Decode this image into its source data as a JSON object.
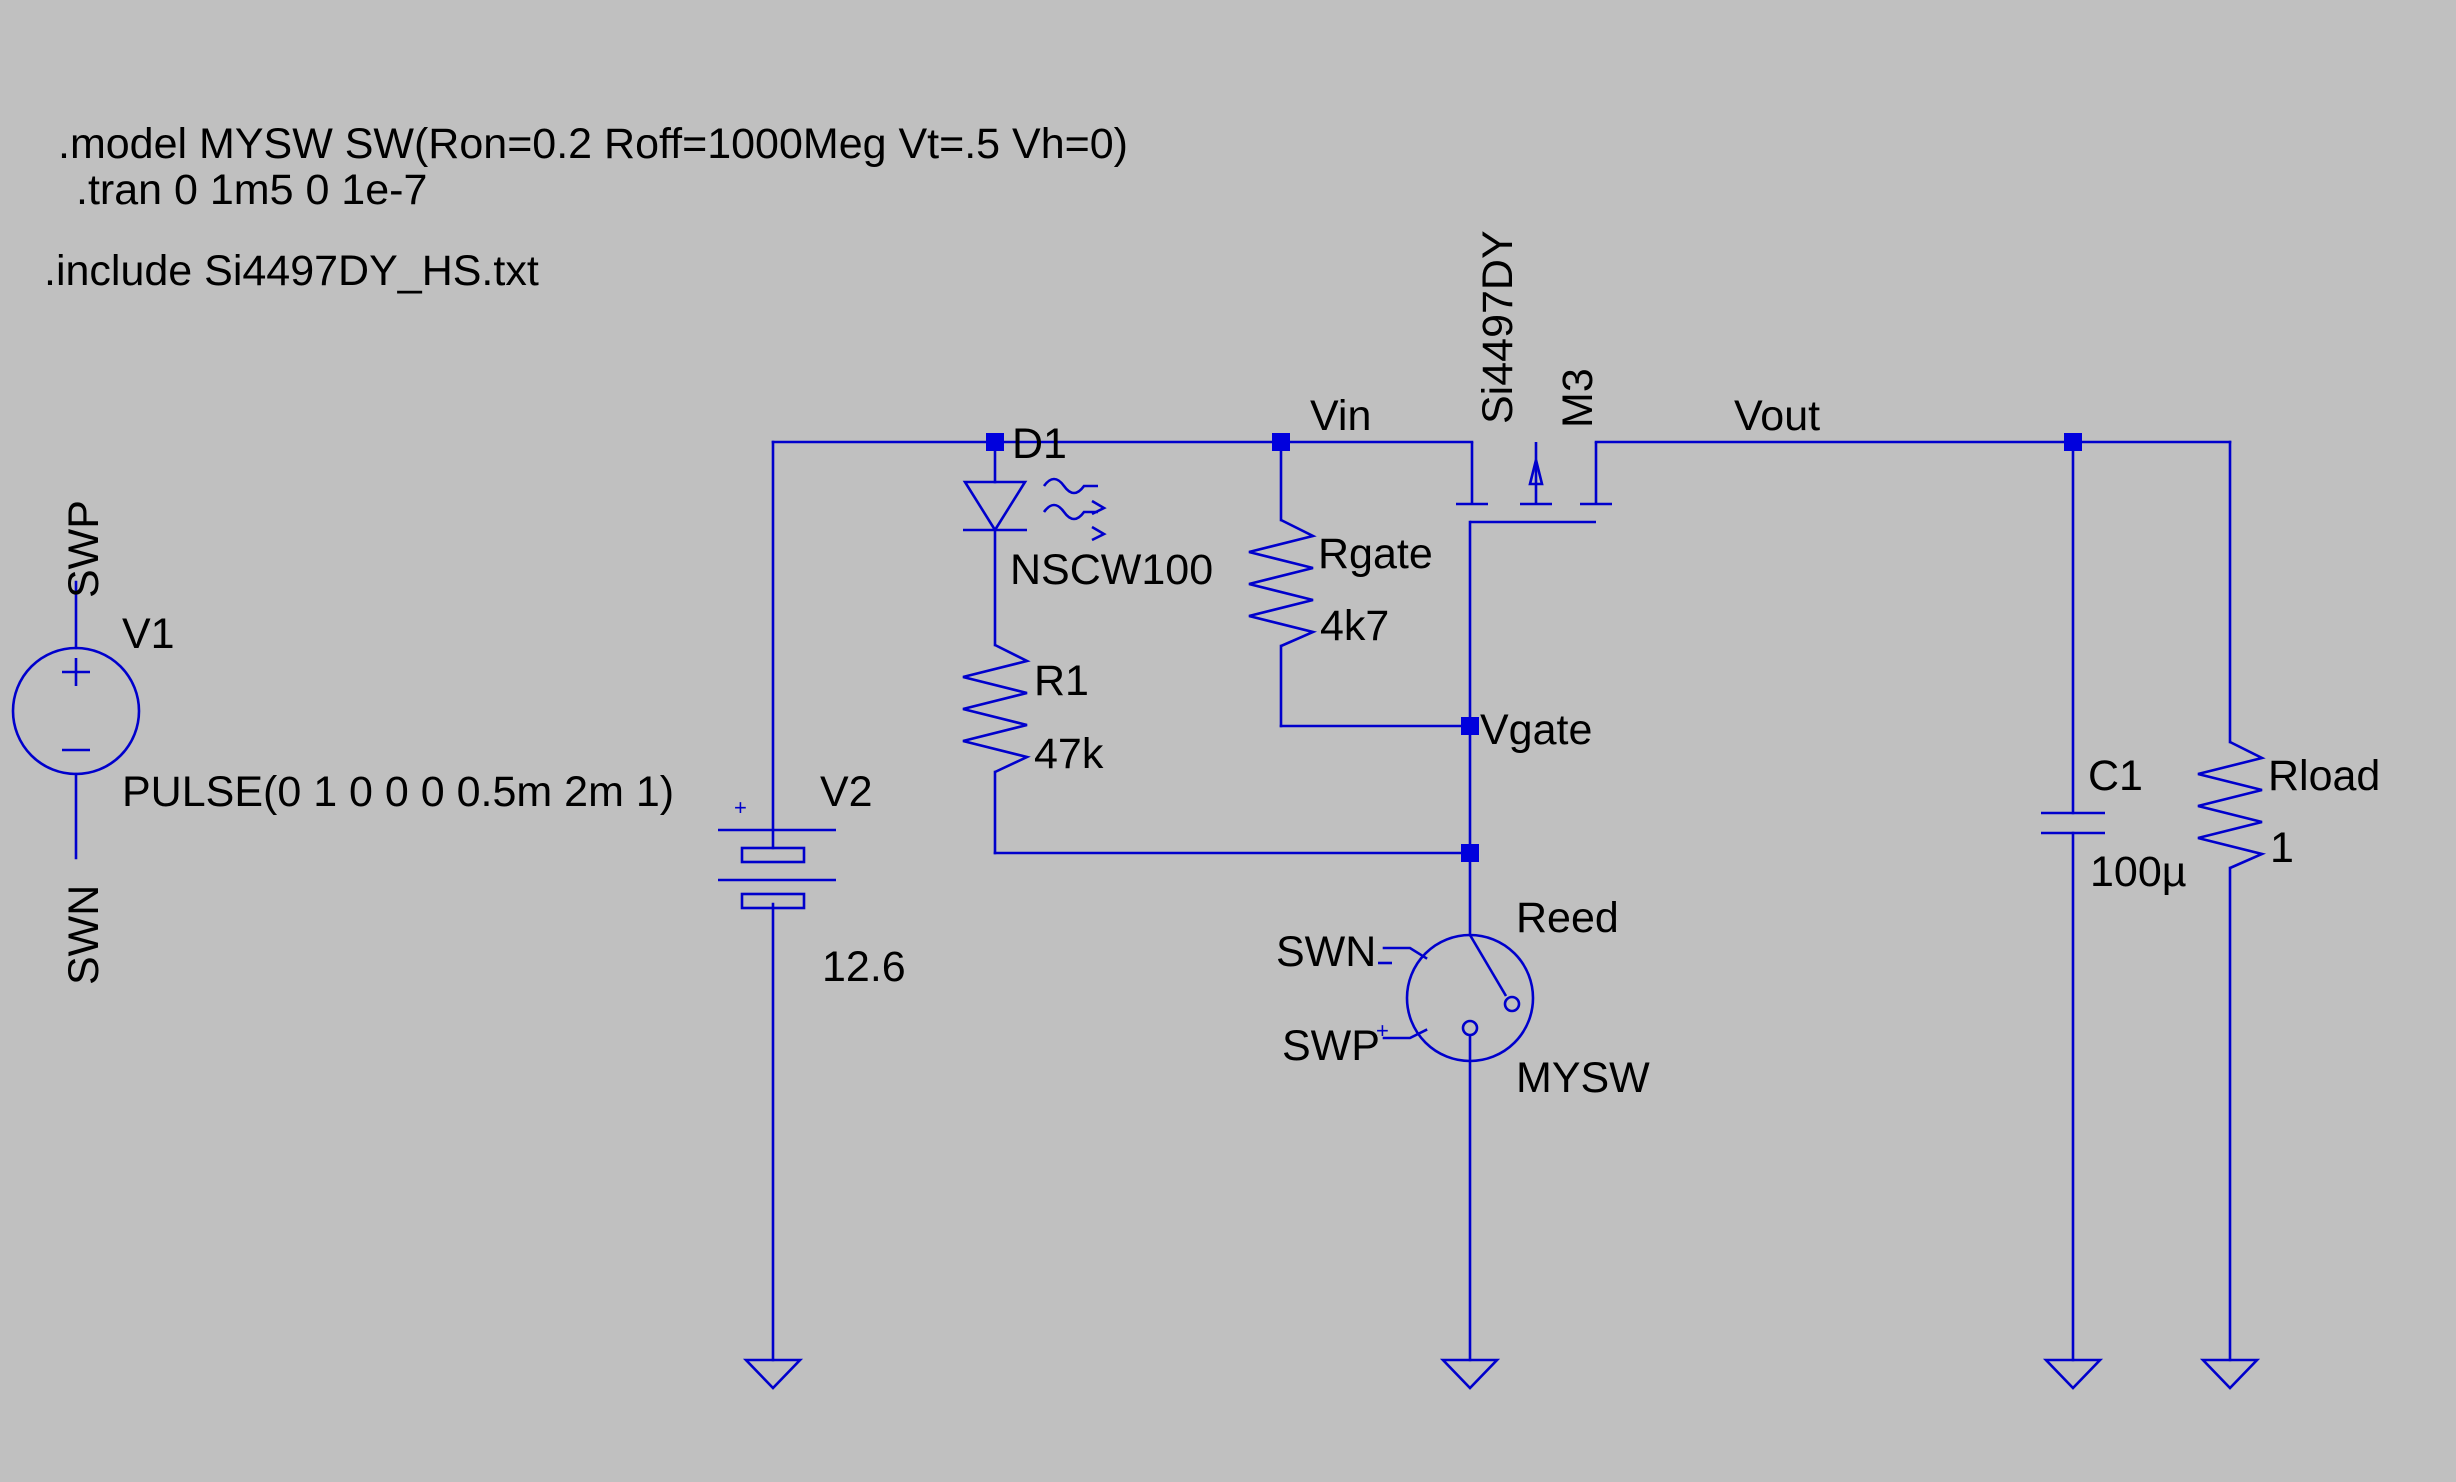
{
  "directives": {
    "model": ".model MYSW SW(Ron=0.2 Roff=1000Meg Vt=.5 Vh=0)",
    "tran": ".tran 0 1m5 0 1e-7",
    "include": ".include Si4497DY_HS.txt"
  },
  "nets": {
    "vin": "Vin",
    "vout": "Vout",
    "vgate": "Vgate",
    "swp": "SWP",
    "swn": "SWN"
  },
  "components": {
    "v1": {
      "name": "V1",
      "value": "PULSE(0 1 0 0 0 0.5m 2m 1)"
    },
    "v2": {
      "name": "V2",
      "value": "12.6"
    },
    "d1": {
      "name": "D1",
      "value": "NSCW100"
    },
    "r1": {
      "name": "R1",
      "value": "47k"
    },
    "rgate": {
      "name": "Rgate",
      "value": "4k7"
    },
    "m3": {
      "name": "M3",
      "value": "Si4497DY"
    },
    "reed": {
      "name": "Reed",
      "value": "MYSW",
      "minus_pin": "SWN",
      "plus_pin": "SWP"
    },
    "c1": {
      "name": "C1",
      "value": "100µ"
    },
    "rload": {
      "name": "Rload",
      "value": "1"
    }
  },
  "colors": {
    "background": "#c0c0c0",
    "wire": "#0000cc",
    "junction": "#0000dd",
    "text": "#000000"
  }
}
